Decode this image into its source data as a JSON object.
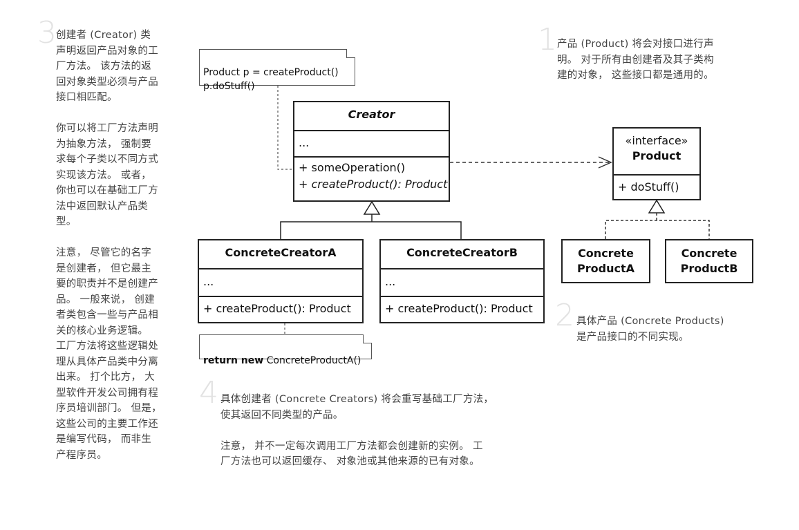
{
  "notes": {
    "n1": {
      "number": "1",
      "text": "产品 (Product) 将会对接口进行声\n明。 对于所有由创建者及其子类构\n建的对象， 这些接口都是通用的。"
    },
    "n2": {
      "number": "2",
      "text": "具体产品 (Concrete Products)\n是产品接口的不同实现。"
    },
    "n3": {
      "number": "3",
      "text": "创建者 (Creator) 类\n声明返回产品对象的工\n厂方法。 该方法的返\n回对象类型必须与产品\n接口相匹配。\n\n你可以将工厂方法声明\n为抽象方法， 强制要\n求每个子类以不同方式\n实现该方法。 或者，\n你也可以在基础工厂方\n法中返回默认产品类\n型。\n\n注意， 尽管它的名字\n是创建者， 但它最主\n要的职责并不是创建产\n品。 一般来说， 创建\n者类包含一些与产品相\n关的核心业务逻辑。\n工厂方法将这些逻辑处\n理从具体产品类中分离\n出来。 打个比方， 大\n型软件开发公司拥有程\n序员培训部门。 但是，\n这些公司的主要工作还\n是编写代码， 而非生\n产程序员。"
    },
    "n4": {
      "number": "4",
      "text": "具体创建者 (Concrete Creators) 将会重写基础工厂方法，\n使其返回不同类型的产品。\n\n注意， 并不一定每次调用工厂方法都会创建新的实例。 工\n厂方法也可以返回缓存、 对象池或其他来源的已有对象。"
    }
  },
  "memos": {
    "top": "Product p = createProduct()\np.doStuff()",
    "bottom_kw": "return new",
    "bottom_rest": " ConcreteProductA()"
  },
  "classes": {
    "creator": {
      "name": "Creator",
      "fields": "...",
      "op1": "+ someOperation()",
      "op2": "+ createProduct(): Product"
    },
    "creatorA": {
      "name": "ConcreteCreatorA",
      "fields": "...",
      "op1": "+ createProduct(): Product"
    },
    "creatorB": {
      "name": "ConcreteCreatorB",
      "fields": "...",
      "op1": "+ createProduct(): Product"
    },
    "product": {
      "stereotype": "«interface»",
      "name": "Product",
      "op1": "+ doStuff()"
    },
    "productA": {
      "line1": "Concrete",
      "line2": "ProductA"
    },
    "productB": {
      "line1": "Concrete",
      "line2": "ProductB"
    }
  }
}
